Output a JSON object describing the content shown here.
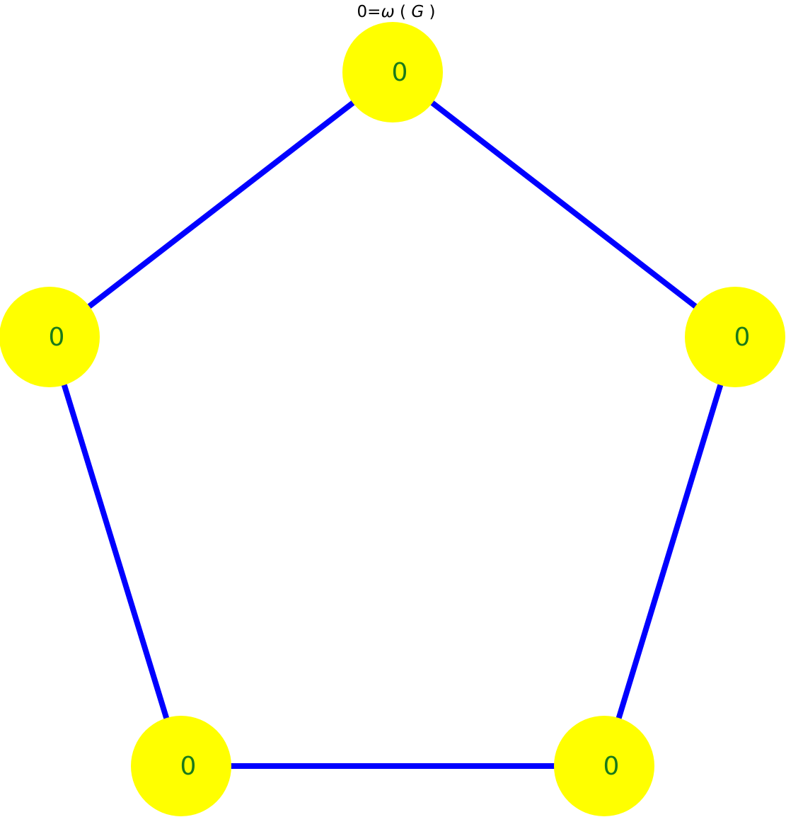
{
  "title": {
    "prefix": "0=",
    "symbol": "ω",
    "open": " ( ",
    "graph": "G",
    "close": " )"
  },
  "colors": {
    "node_fill": "#ffff00",
    "edge_stroke": "#0000ff",
    "label_color": "#1a7a1a",
    "background": "#ffffff"
  },
  "nodes": [
    {
      "id": "top",
      "label": "0"
    },
    {
      "id": "right",
      "label": "0"
    },
    {
      "id": "bottom-right",
      "label": "0"
    },
    {
      "id": "bottom-left",
      "label": "0"
    },
    {
      "id": "left",
      "label": "0"
    }
  ],
  "edges": [
    {
      "from": "top",
      "to": "right"
    },
    {
      "from": "right",
      "to": "bottom-right"
    },
    {
      "from": "bottom-right",
      "to": "bottom-left"
    },
    {
      "from": "bottom-left",
      "to": "left"
    },
    {
      "from": "left",
      "to": "top"
    }
  ]
}
